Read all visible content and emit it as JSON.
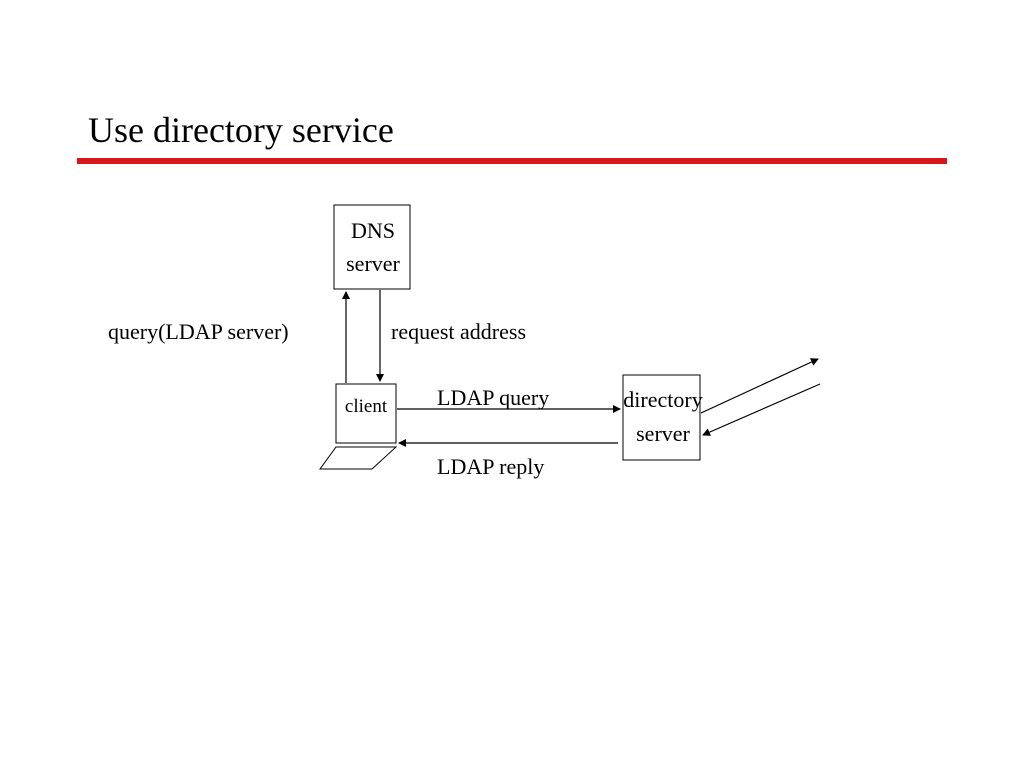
{
  "title": "Use directory service",
  "accent_color": "#d9161c",
  "diagram": {
    "dns_server": {
      "line1": "DNS",
      "line2": "server"
    },
    "client": {
      "label": "client"
    },
    "directory_server": {
      "line1": "directory",
      "line2": "server"
    },
    "edges": {
      "query_ldap_server": "query(LDAP server)",
      "request_address": "request address",
      "ldap_query": "LDAP query",
      "ldap_reply": "LDAP reply"
    }
  }
}
